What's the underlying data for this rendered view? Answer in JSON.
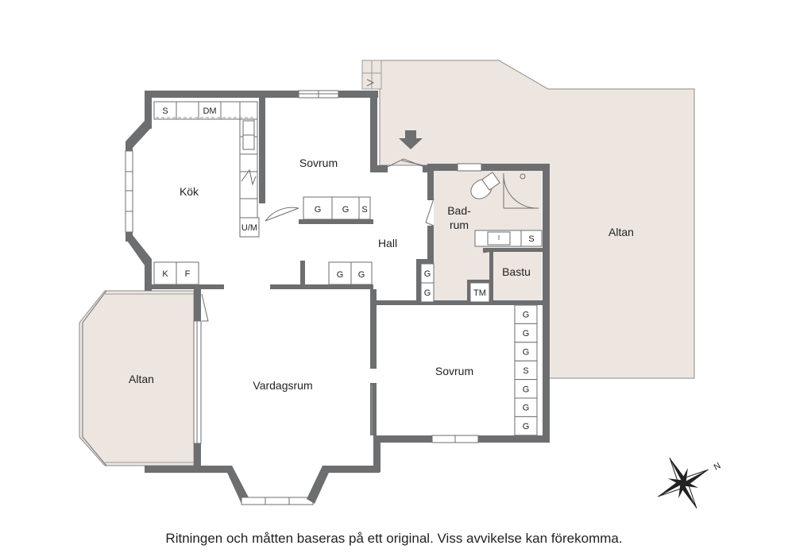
{
  "rooms": {
    "kok": "Kök",
    "sovrum_top": "Sovrum",
    "hall": "Hall",
    "badrum_line1": "Bad-",
    "badrum_line2": "rum",
    "bastu": "Bastu",
    "altan_right": "Altan",
    "altan_left": "Altan",
    "vardagsrum": "Vardagsrum",
    "sovrum_bottom": "Sovrum"
  },
  "fixtures": {
    "kitchen_s": "S",
    "kitchen_dm": "DM",
    "kitchen_um": "U/M",
    "kitchen_k": "K",
    "kitchen_f": "F",
    "sovrum_top_g1": "G",
    "sovrum_top_g2": "G",
    "sovrum_top_s": "S",
    "living_g1": "G",
    "living_g2": "G",
    "hall_g1": "G",
    "hall_g2": "G",
    "bath_s": "S",
    "bath_tm": "TM",
    "sovrum_bottom": [
      "G",
      "G",
      "G",
      "S",
      "G",
      "G",
      "G"
    ]
  },
  "compass": {
    "north_label": "N"
  },
  "footer": {
    "note": "Ritningen och måtten baseras på ett original. Viss avvikelse kan förekomma."
  },
  "colors": {
    "wall": "#6d6e70",
    "deck": "#ede6e0",
    "text": "#222222"
  }
}
